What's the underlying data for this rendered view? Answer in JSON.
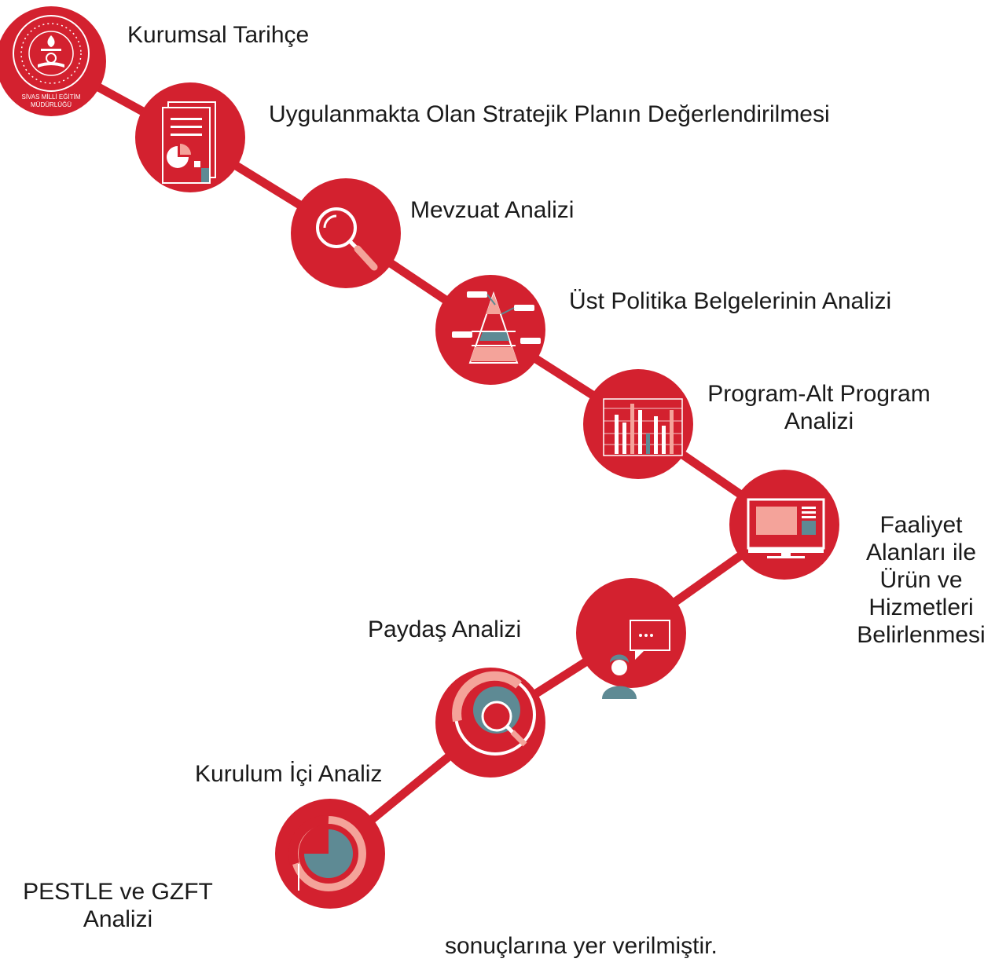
{
  "logo": {
    "ring_text": "SİVAS MİLLİ EĞİTİM MÜDÜRLÜĞÜ",
    "line1": "SİVAS MİLLİ EĞİTİM",
    "line2": "MÜDÜRLÜĞÜ"
  },
  "steps": [
    {
      "label": "Kurumsal Tarihçe",
      "icon": "logo-icon"
    },
    {
      "label": "Uygulanmakta Olan Stratejik Planın Değerlendirilmesi",
      "icon": "document-chart-icon"
    },
    {
      "label": "Mevzuat Analizi",
      "icon": "magnifier-icon"
    },
    {
      "label": "Üst Politika Belgelerinin Analizi",
      "icon": "pyramid-icon"
    },
    {
      "label_lines": [
        "Program-Alt Program",
        "Analizi"
      ],
      "icon": "bar-chart-icon"
    },
    {
      "label_lines": [
        "Faaliyet",
        "Alanları ile",
        "Ürün ve",
        "Hizmetleri",
        "Belirlenmesi"
      ],
      "icon": "monitor-icon"
    },
    {
      "label": "Paydaş Analizi",
      "icon": "person-speech-icon"
    },
    {
      "label": "Kurulum İçi Analiz",
      "icon": "magnifier-ring-icon"
    },
    {
      "label_lines": [
        "PESTLE ve GZFT",
        "Analizi"
      ],
      "icon": "pie-ring-icon"
    }
  ],
  "footer_text": "sonuçlarına yer verilmiştir.",
  "colors": {
    "red": "#D3212F",
    "salmon": "#F4A39A",
    "teal": "#5E8A94",
    "white": "#FFFFFF"
  }
}
